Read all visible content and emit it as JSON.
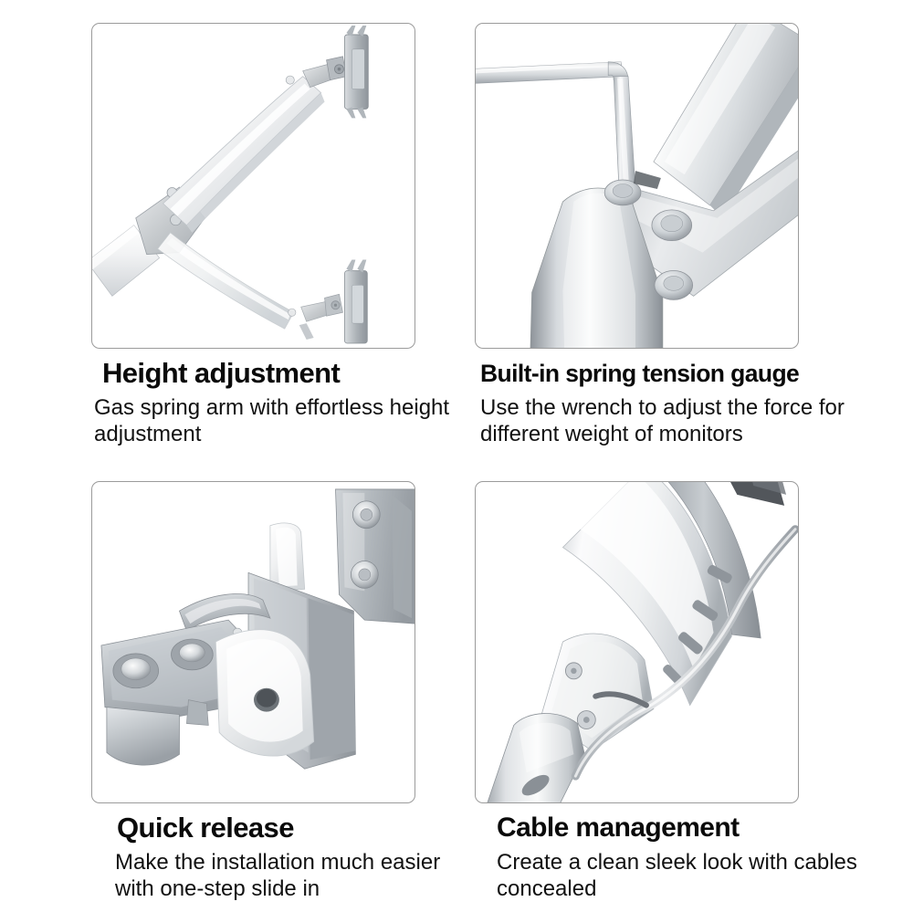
{
  "page": {
    "background": "#ffffff",
    "accent_metal": "#c9cdd1",
    "border_color": "#9b9b9b",
    "text_color": "#0a0a0a"
  },
  "features": [
    {
      "id": "height-adjustment",
      "title": "Height adjustment",
      "description": "Gas spring arm with effortless height adjustment",
      "image_alt": "gas-spring-monitor-arm-two-heights"
    },
    {
      "id": "spring-tension-gauge",
      "title": "Built-in spring tension gauge",
      "description": "Use the wrench to adjust the force for different weight of monitors",
      "image_alt": "hex-wrench-adjusting-arm-joint"
    },
    {
      "id": "quick-release",
      "title": "Quick release",
      "description": "Make the installation much easier with one-step slide in",
      "image_alt": "quick-release-vesa-bracket"
    },
    {
      "id": "cable-management",
      "title": "Cable management",
      "description": "Create a clean sleek look with cables concealed",
      "image_alt": "arm-with-concealed-cable-channel"
    }
  ]
}
